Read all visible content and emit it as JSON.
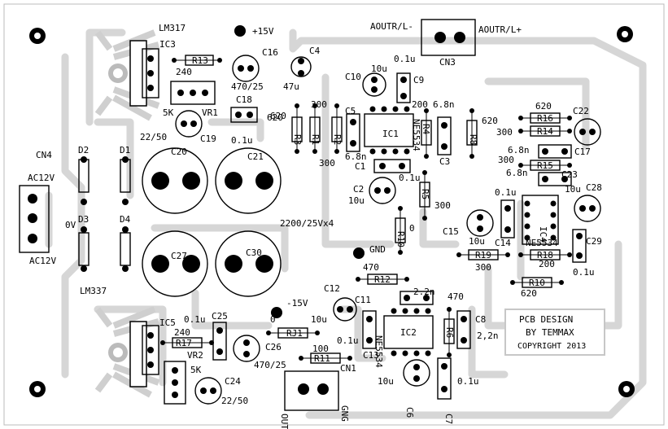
{
  "texts": {
    "lm317": "LM317",
    "ic3": "IC3",
    "plus15v": "+15V",
    "c16": "C16",
    "c4": "C4",
    "c4_val": "47u",
    "r13": "R13",
    "r13_val": "240",
    "c16_val": "470/25",
    "vr1_val": "5K",
    "vr1": "VR1",
    "c18": "C18",
    "c18_val": "620",
    "c19_val": "22/50",
    "c19": "C19",
    "c20": "C20",
    "c21_val": "0.1u",
    "c21": "C21",
    "cn4": "CN4",
    "d2": "D2",
    "d1": "D1",
    "ac12v_top": "AC12V",
    "ov": "0V",
    "d3": "D3",
    "d4": "D4",
    "ac12v_bot": "AC12V",
    "lm337": "LM337",
    "c27": "C27",
    "c30": "C30",
    "bulk_val": "2200/25Vx4",
    "gnd": "GND",
    "aoutr_l_minus": "AOUTR/L-",
    "aoutr_l_plus": "AOUTR/L+",
    "cn3": "CN3",
    "c10_val": "10u",
    "c10": "C10",
    "c9_val": "0.1u",
    "c9": "C9",
    "r3_val": "620",
    "r1_val": "300",
    "r3": "R3",
    "r1": "R1",
    "r2": "R2",
    "c5": "C5",
    "c5_val": "6.8n",
    "ic1": "IC1",
    "r4": "R4",
    "ic1_part": "NE5534",
    "r4_val": "200",
    "c3_val": "6.8n",
    "r8_val": "620",
    "r8": "R8",
    "c3": "C3",
    "r2_val": "300",
    "c1": "C1",
    "c1_val": "0.1u",
    "c2": "C2",
    "c2_val": "10u",
    "r5": "R5",
    "r5_val": "300",
    "r16_val": "620",
    "r16": "R16",
    "c22": "C22",
    "r14_val": "300",
    "r14": "R14",
    "c17_val": "6.8n",
    "c17": "C17",
    "r15_val": "300",
    "r15": "R15",
    "c23_val": "6.8n",
    "c23": "C23",
    "c14_val": "0.1u",
    "c28_val": "10u",
    "c28": "C28",
    "ic4": "IC4",
    "r10": "R10",
    "r10_val": "0",
    "c15": "C15",
    "c15_val": "10u",
    "c14": "C14",
    "ic4_part": "NE5534",
    "c29": "C29",
    "r19": "R19",
    "r18": "R18",
    "r18_val": "200",
    "c29_val": "0.1u",
    "r19_val": "300",
    "r12_val": "470",
    "r12": "R12",
    "c11_val": "2.2n",
    "r10b": "R10",
    "r10b_val": "620",
    "c12": "C12",
    "c11": "C11",
    "r6_val": "470",
    "minus15v": "-15V",
    "c12_val": "10u",
    "c8": "C8",
    "ic2_part": "NE5534",
    "ic2": "IC2",
    "r6": "R6",
    "c8_val": "2,2n",
    "c13_val": "0.1u",
    "c13": "C13",
    "ic5": "IC5",
    "c25_val": "0.1u",
    "c25": "C25",
    "r17_val": "240",
    "r17": "R17",
    "rj1_val": "0",
    "rj1": "RJ1",
    "vr2": "VR2",
    "c26": "C26",
    "r11_val": "100",
    "r11": "R11",
    "cn1": "CN1",
    "vr2_val": "5K",
    "c26_val": "470/25",
    "c24": "C24",
    "c24_val": "22/50",
    "c6_val": "10u",
    "c6": "C6",
    "c7_val": "0.1u",
    "c7": "C7",
    "output": "OUTPUT",
    "gng": "GNG",
    "pcb_design": "PCB DESIGN",
    "by_temmax": "BY TEMMAX",
    "copyright": "COPYRIGHT 2013"
  }
}
